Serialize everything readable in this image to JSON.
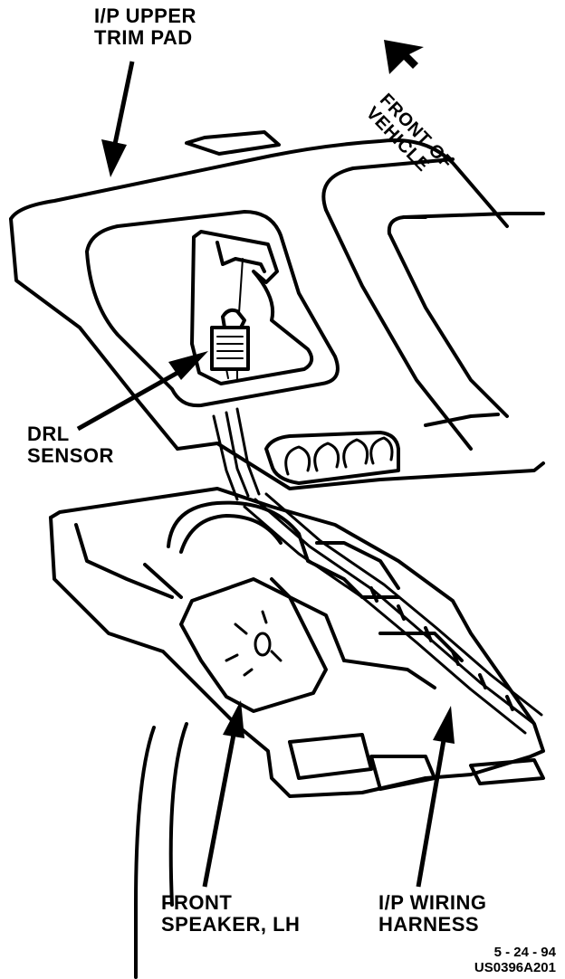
{
  "labels": {
    "trim_pad": [
      "I/P UPPER",
      "TRIM PAD"
    ],
    "front_of_vehicle": [
      "FRONT OF",
      "VEHICLE"
    ],
    "drl_sensor": [
      "DRL",
      "SENSOR"
    ],
    "front_speaker": [
      "FRONT",
      "SPEAKER, LH"
    ],
    "wiring_harness": [
      "I/P WIRING",
      "HARNESS"
    ]
  },
  "drawing_code": {
    "date": "5 - 24 - 94",
    "id": "US0396A201"
  },
  "colors": {
    "ink": "#000000",
    "paper": "#ffffff"
  }
}
